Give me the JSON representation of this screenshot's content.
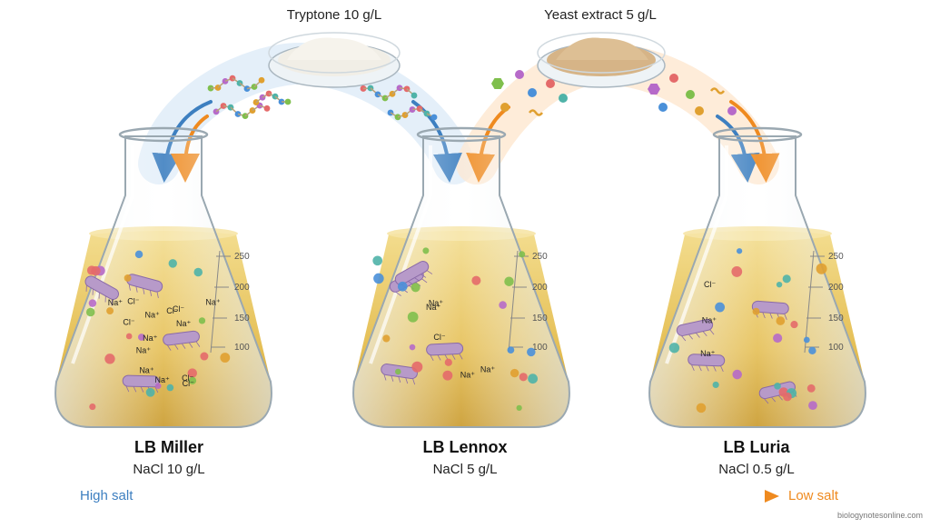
{
  "ingredients": {
    "tryptone": "Tryptone 10 g/L",
    "yeast": "Yeast extract 5 g/L"
  },
  "flasks": [
    {
      "title": "LB Miller",
      "nacl": "NaCl 10 g/L"
    },
    {
      "title": "LB Lennox",
      "nacl": "NaCl 5 g/L"
    },
    {
      "title": "LB Luria",
      "nacl": "NaCl 0.5 g/L"
    }
  ],
  "scale": {
    "high": "High salt",
    "low": "Low salt"
  },
  "ions": {
    "na": "Na⁺",
    "cl": "Cl⁻"
  },
  "graduations": [
    "250",
    "200",
    "150",
    "100"
  ],
  "credit": "biologynotesonline.com",
  "colors": {
    "high": "#3d7fc0",
    "low": "#ef8a1f",
    "broth": "#e7c35a",
    "tryptone_powder": "#f1eee6",
    "yeast_powder": "#d6b487"
  }
}
